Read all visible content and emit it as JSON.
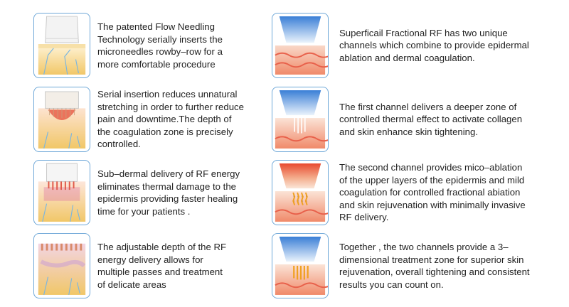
{
  "left_column": [
    {
      "text": "The patented Flow Needling Technology serially inserts the microneedles rowby–row for a more comfortable procedure"
    },
    {
      "text": "Serial insertion reduces unnatural stretching in order to further reduce pain and downtime.The depth of the coagulation zone is precisely controlled."
    },
    {
      "text": "Sub–dermal delivery of RF energy eliminates thermal damage to the epidermis providing faster healing time for your patients ."
    },
    {
      "text": "The adjustable depth of the RF energy delivery allows for multiple passes and treatment of delicate areas"
    }
  ],
  "right_column": [
    {
      "text": "Superficail Fractional RF has two unique channels which combine to provide epidermal ablation and dermal coagulation."
    },
    {
      "text": "The first channel delivers a deeper zone of controlled thermal effect to activate collagen and skin enhance skin tightening."
    },
    {
      "text": "The second channel provides mico–ablation of the upper layers of the epidermis and mild coagulation for controlled fractional abiation and skin rejuvenation with minimally invasive RF delivery."
    },
    {
      "text": "Together , the two channels provide a 3–dimensional treatment zone for superior skin rejuvenation, overall tightening and consistent results you can count on."
    }
  ],
  "colors": {
    "frame_border": "#6fa8d8",
    "skin_yellow": "#f4d27a",
    "skin_pink": "#f6c9b8",
    "skin_red": "#e8604a",
    "tip_blue": "#5aa0e0",
    "heat_orange": "#f0a020"
  }
}
